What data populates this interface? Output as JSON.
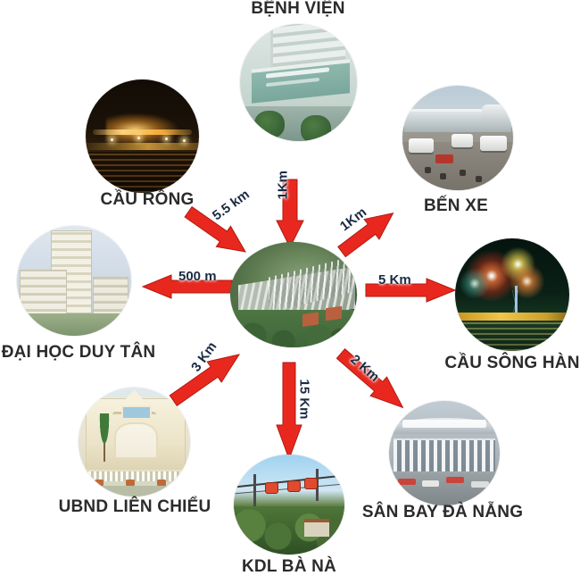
{
  "diagram": {
    "type": "radial-distance-map",
    "center": {
      "name": "project-site",
      "label": "",
      "photo": "aerial-view-of-development-site"
    },
    "spokes": [
      {
        "id": "benh-vien",
        "label": "BỆNH VIỆN",
        "distance": "1Km",
        "direction": "up",
        "photo": "hospital-building"
      },
      {
        "id": "cau-rong",
        "label": "CẦU RỒNG",
        "distance": "5.5 km",
        "direction": "up-left",
        "photo": "dragon-bridge-at-night"
      },
      {
        "id": "ben-xe",
        "label": "BẾN XE",
        "distance": "1Km",
        "direction": "up-right",
        "photo": "bus-station"
      },
      {
        "id": "dai-hoc-duy-tan",
        "label": "ĐẠI HỌC DUY TÂN",
        "distance": "500 m",
        "direction": "left",
        "photo": "duy-tan-university-campus"
      },
      {
        "id": "cau-song-han",
        "label": "CẦU SÔNG HÀN",
        "distance": "5 Km",
        "direction": "right",
        "photo": "han-river-bridge-fireworks"
      },
      {
        "id": "ubnd-lien-chieu",
        "label": "UBND LIÊN CHIỂU",
        "distance": "3 Km",
        "direction": "down-left",
        "photo": "lien-chieu-peoples-committee-building"
      },
      {
        "id": "kdl-ba-na",
        "label": "KDL BÀ NÀ",
        "distance": "15 Km",
        "direction": "down",
        "photo": "ba-na-hills-cable-car"
      },
      {
        "id": "san-bay-da-nang",
        "label": "SÂN BAY ĐÀ NẴNG",
        "distance": "2 Km",
        "direction": "down-right",
        "photo": "da-nang-airport-terminal"
      }
    ],
    "colors": {
      "arrow": "#e8281e",
      "arrow_shadow": "#a3150f",
      "label_text": "#1b2b44",
      "caption_text": "#2b2b2b",
      "background": "#ffffff"
    }
  }
}
